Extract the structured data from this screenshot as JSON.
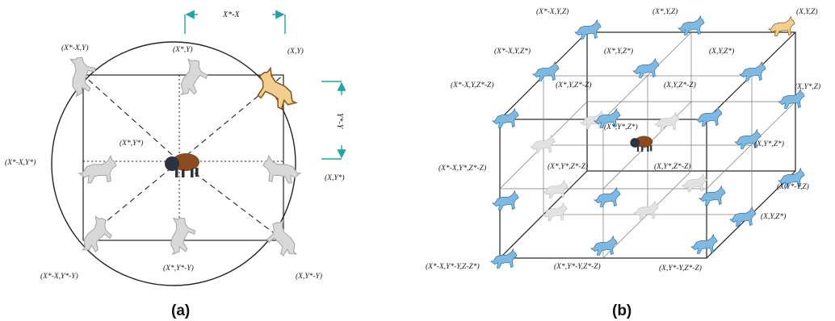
{
  "panel_a": {
    "caption": "(a)",
    "top_arrow_label": "X*-X",
    "side_arrow_label": "Y*-Y",
    "labels": {
      "tl": "(X*-X,Y)",
      "tc": "(X*,Y)",
      "tr": "(X,Y)",
      "center": "(X*,Y*)",
      "ml": "(X*-X,Y*)",
      "mr": "(X,Y*)",
      "bl": "(X*-X,Y*-Y)",
      "bc": "(X*,Y*-Y)",
      "br": "(X,Y*-Y)"
    }
  },
  "panel_b": {
    "caption": "(b)",
    "labels": {
      "l1": "(X*-X,Y,Z)",
      "l2": "(X*,Y,Z)",
      "l3": "(X,Y,Z)",
      "l4": "(X*-X,Y,Z*)",
      "l5": "(X*,Y,Z*)",
      "l6": "(X,Y,Z*)",
      "l7": "(X*-X,Y,Z*-Z)",
      "l8": "(X*,Y,Z*-Z)",
      "l9": "(X,Y,Z*-Z)",
      "l10": "(X,Y*,Z)",
      "l11": "(X*,Y*,Z*)",
      "l12": "(X,Y*,Z*)",
      "l13": "(X*-X,Y*,Z*-Z)",
      "l14": "(X*,Y*,Z*-Z)",
      "l15": "(X,Y*,Z*-Z)",
      "l16": "(X,Y*-Y,Z)",
      "l17": "(X,Y,Z*)",
      "l18": "(X*-X,Y*-Y,Z-Z*)",
      "l19": "(X*,Y*-Y,Z*-Z)",
      "l20": "(X,Y*-Y,Z*-Z)"
    }
  },
  "colors": {
    "wolf_gray": "#d4d4d4",
    "wolf_gray_outline": "#9a9a9a",
    "wolf_alpha": "#f3cf8f",
    "wolf_blue": "#7fb8e0",
    "wolf_blue_outline": "#2e6f9e",
    "bison": "#8b4a22",
    "bison_dark": "#2c3340",
    "arrow": "#22a3a6",
    "line": "#222222"
  }
}
